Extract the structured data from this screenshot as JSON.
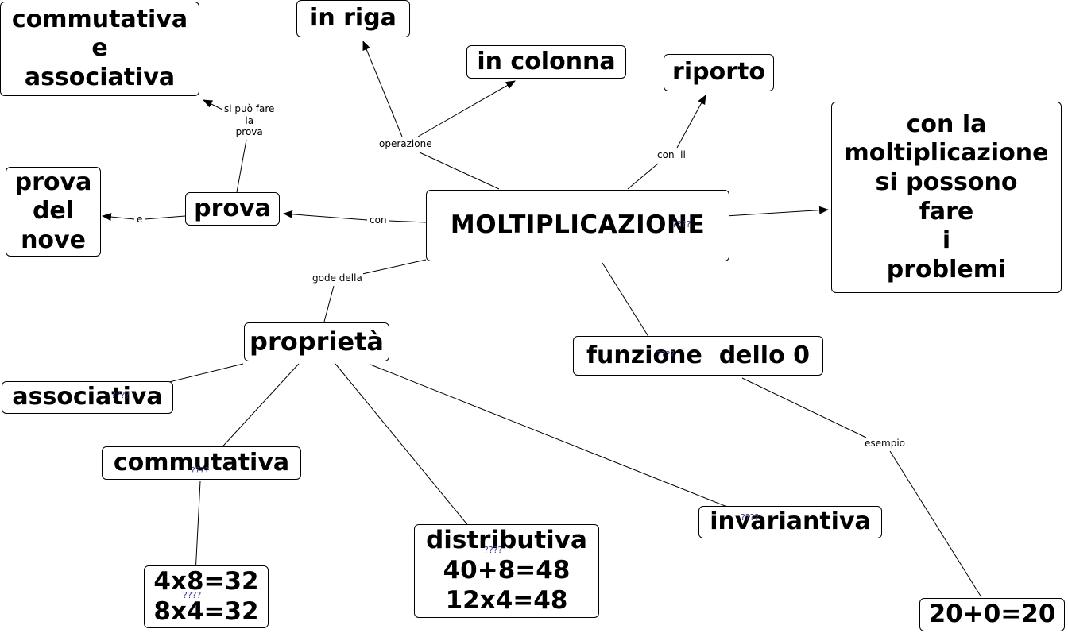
{
  "map": {
    "central": "MOLTIPLICAZIONE",
    "in_riga": "in riga",
    "in_colonna": "in colonna",
    "riporto": "riporto",
    "commutativa_assoc": [
      "commutativa",
      "e",
      "associativa"
    ],
    "prova": "prova",
    "prova_nove": [
      "prova",
      "del",
      "nove"
    ],
    "problemi": [
      "con la",
      "moltiplicazione",
      "si possono",
      "fare",
      "i",
      "problemi"
    ],
    "proprieta": "proprietà",
    "funzione_zero": "funzione  dello 0",
    "associativa": "associativa",
    "commutativa": "commutativa",
    "esempio_comm": [
      "4x8=32",
      "8x4=32"
    ],
    "distributiva": [
      "distributiva",
      "40+8=48",
      "12x4=48"
    ],
    "invariantiva": "invariantiva",
    "esempio_zero": "20+0=20"
  },
  "links": {
    "operazione": "operazione",
    "con_il": "con  il",
    "con": "con",
    "si_puo": [
      "si può fare",
      "la",
      "prova"
    ],
    "e": "e",
    "gode_della": "gode della",
    "esempio": "esempio"
  },
  "placeholders": {
    "p1": "????",
    "p2": "????",
    "p3": "????",
    "p4": "????",
    "p5": "????",
    "p6": "????",
    "p7": "????"
  },
  "colors": {
    "line": "#000000",
    "placeholder_text": "#3a3a8a"
  }
}
